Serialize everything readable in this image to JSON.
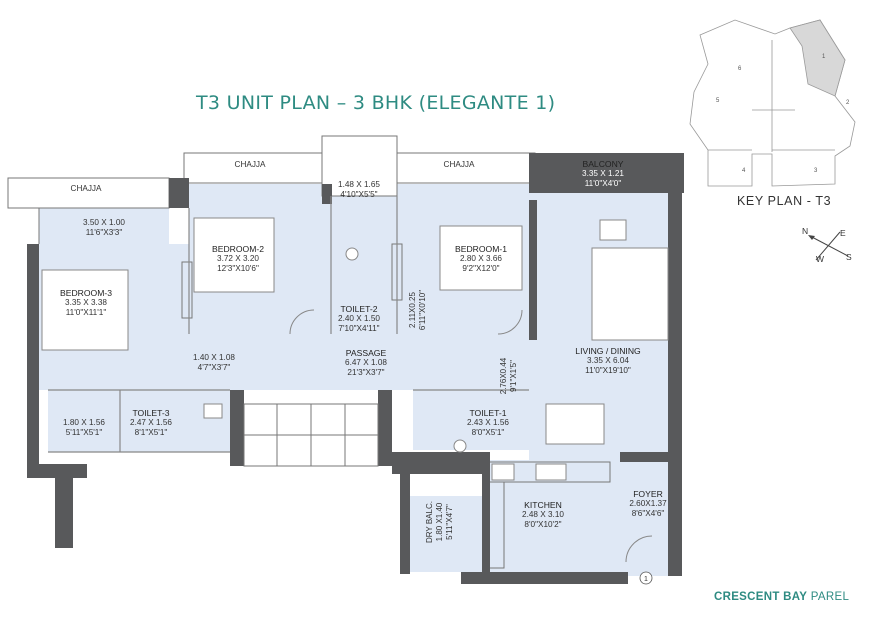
{
  "title": "T3 UNIT PLAN – 3 BHK (ELEGANTE 1)",
  "rooms": {
    "chajja_left": "CHAJJA",
    "chajja_mid": "CHAJJA",
    "chajja_right": "CHAJJA",
    "balcony": {
      "name": "BALCONY",
      "metric": "3.35 X 1.21",
      "imperial": "11'0\"X4'0\""
    },
    "bedroom3_balc": {
      "metric": "3.50 X 1.00",
      "imperial": "11'6\"X3'3\""
    },
    "bedroom2": {
      "name": "BEDROOM-2",
      "metric": "3.72 X 3.20",
      "imperial": "12'3\"X10'6\""
    },
    "top_store": {
      "metric": "1.48 X 1.65",
      "imperial": "4'10\"X5'5\""
    },
    "toilet2": {
      "name": "TOILET-2",
      "metric": "2.40 X 1.50",
      "imperial": "7'10\"X4'11\""
    },
    "duct": {
      "metric": "2.11X0.25",
      "imperial": "6'11\"X0'10\""
    },
    "bedroom1": {
      "name": "BEDROOM-1",
      "metric": "2.80 X 3.66",
      "imperial": "9'2\"X12'0\""
    },
    "bedroom3": {
      "name": "BEDROOM-3",
      "metric": "3.35 X 3.38",
      "imperial": "11'0\"X11'1\""
    },
    "lobby": {
      "metric": "1.40 X 1.08",
      "imperial": "4'7\"X3'7\""
    },
    "passage": {
      "name": "PASSAGE",
      "metric": "6.47 X 1.08",
      "imperial": "21'3\"X3'7\""
    },
    "shaft": {
      "metric": "2.76X0.44",
      "imperial": "9'1\"X1'5\""
    },
    "living": {
      "name": "LIVING / DINING",
      "metric": "3.35 X 6.04",
      "imperial": "11'0\"X19'10\""
    },
    "store_left": {
      "metric": "1.80 X 1.56",
      "imperial": "5'11\"X5'1\""
    },
    "toilet3": {
      "name": "TOILET-3",
      "metric": "2.47 X 1.56",
      "imperial": "8'1\"X5'1\""
    },
    "toilet1": {
      "name": "TOILET-1",
      "metric": "2.43 X 1.56",
      "imperial": "8'0\"X5'1\""
    },
    "foyer": {
      "name": "FOYER",
      "metric": "2.60X1.37",
      "imperial": "8'6\"X4'6\""
    },
    "kitchen": {
      "name": "KITCHEN",
      "metric": "2.48 X 3.10",
      "imperial": "8'0\"X10'2\""
    },
    "dry_balc": {
      "name": "DRY BALC.",
      "metric": "1.80 X1.40",
      "imperial": "5'11\"X4'7\""
    }
  },
  "entry_marker": "1",
  "key_plan": {
    "caption": "KEY PLAN - T3",
    "units": [
      "1",
      "2",
      "3",
      "4",
      "5",
      "6"
    ]
  },
  "compass": {
    "n": "N",
    "e": "E",
    "s": "S",
    "w": "W"
  },
  "brand": {
    "name": "CRESCENT BAY",
    "suffix": "PAREL"
  },
  "colors": {
    "floor": "#dfe8f5",
    "wall": "#58595b",
    "title": "#2e8b82",
    "highlight_unit": "#d8d8d8"
  }
}
